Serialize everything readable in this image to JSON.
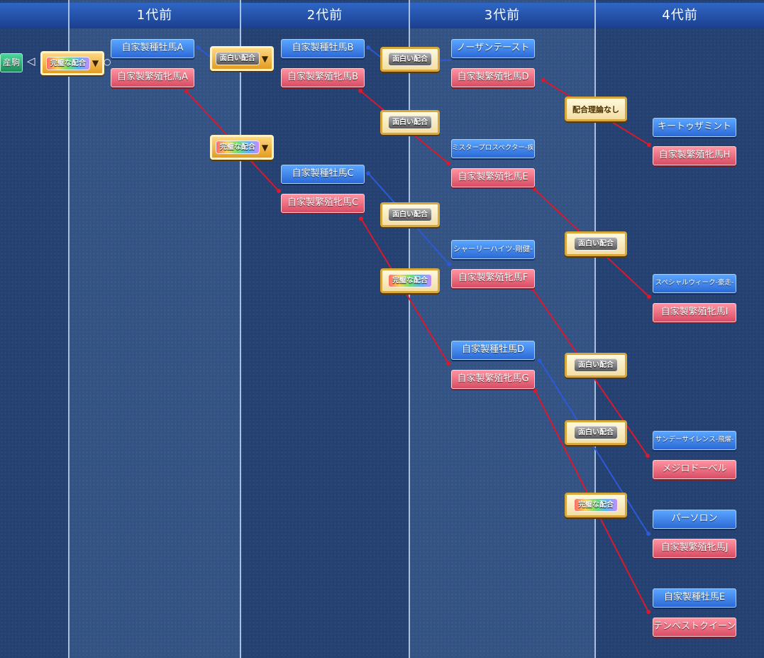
{
  "header": {
    "gen1": "1代前",
    "gen2": "2代前",
    "gen3": "3代前",
    "gen4": "4代前"
  },
  "foal_label": "産駒",
  "horses": {
    "g1_sire": "自家製種牡馬A",
    "g1_dam": "自家製繁殖牝馬A",
    "g2_sire_b": "自家製種牡馬B",
    "g2_dam_b": "自家製繁殖牝馬B",
    "g2_sire_c": "自家製種牡馬C",
    "g2_dam_c": "自家製繁殖牝馬C",
    "g3_sire_1": "ノーザンテースト",
    "g3_dam_d": "自家製繁殖牝馬D",
    "g3_sire_2": "ミスタープロスペクター-疾走-",
    "g3_dam_e": "自家製繁殖牝馬E",
    "g3_sire_3": "シャーリーハイツ-剛健-",
    "g3_dam_f": "自家製繁殖牝馬F",
    "g3_sire_d": "自家製種牡馬D",
    "g3_dam_g": "自家製繁殖牝馬G",
    "g4_sire_1": "キートゥザミント",
    "g4_dam_h": "自家製繁殖牝馬H",
    "g4_sire_2": "スペシャルウィーク-豪走-",
    "g4_dam_i": "自家製繁殖牝馬I",
    "g4_sire_3": "サンデーサイレンス-飛燿-",
    "g4_dam_4": "メジロドーベル",
    "g4_sire_4": "パーソロン",
    "g4_dam_j": "自家製繁殖牝馬J",
    "g4_sire_e": "自家製種牡馬E",
    "g4_dam_5": "テンペストクイーン"
  },
  "matings": {
    "m_foal": "完璧な配合",
    "m_g1a": "面白い配合",
    "m_g1b": "完璧な配合",
    "m_b1": "面白い配合",
    "m_b2": "面白い配合",
    "m_c1": "面白い配合",
    "m_c2": "完璧な配合",
    "m_d1": "配合理論なし",
    "m_e1": "面白い配合",
    "m_f1": "面白い配合",
    "m_g1": "面白い配合",
    "m_g2": "完璧な配合"
  },
  "colors": {
    "sire_line": "#2a5ad8",
    "dam_line": "#d8192e",
    "sire_box": "#3f86ec",
    "dam_box": "#e9687b"
  }
}
